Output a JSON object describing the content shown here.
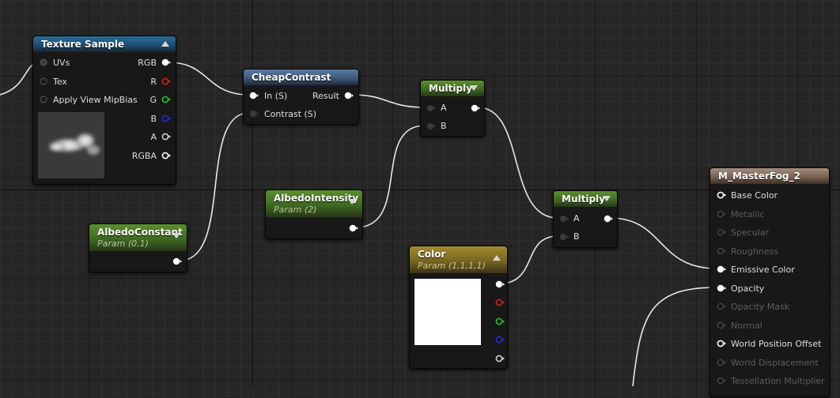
{
  "graph": {
    "nodes": {
      "texture_sample": {
        "title": "Texture Sample",
        "inputs": [
          "UVs",
          "Tex",
          "Apply View MipBias"
        ],
        "outputs": [
          "RGB",
          "R",
          "G",
          "B",
          "A",
          "RGBA"
        ]
      },
      "cheap_contrast": {
        "title": "CheapContrast",
        "inputs": [
          "In (S)",
          "Contrast (S)"
        ],
        "outputs": [
          "Result"
        ]
      },
      "multiply_1": {
        "title": "Multiply",
        "inputs": [
          "A",
          "B"
        ]
      },
      "multiply_2": {
        "title": "Multiply",
        "inputs": [
          "A",
          "B"
        ]
      },
      "albedo_constant": {
        "title": "AlbedoConstant",
        "subtitle": "Param (0.1)"
      },
      "albedo_intensity": {
        "title": "AlbedoIntensity",
        "subtitle": "Param (2)"
      },
      "color": {
        "title": "Color",
        "subtitle": "Param (1,1,1,1)"
      },
      "material_result": {
        "title": "M_MasterFog_2",
        "inputs": [
          {
            "label": "Base Color",
            "enabled": true
          },
          {
            "label": "Metallic",
            "enabled": false
          },
          {
            "label": "Specular",
            "enabled": false
          },
          {
            "label": "Roughness",
            "enabled": false
          },
          {
            "label": "Emissive Color",
            "enabled": true
          },
          {
            "label": "Opacity",
            "enabled": true
          },
          {
            "label": "Opacity Mask",
            "enabled": false
          },
          {
            "label": "Normal",
            "enabled": false
          },
          {
            "label": "World Position Offset",
            "enabled": true
          },
          {
            "label": "World Displacement",
            "enabled": false
          },
          {
            "label": "Tessellation Multiplier",
            "enabled": false
          }
        ]
      }
    },
    "colors": {
      "background": "#262626",
      "wire": "#e8e8e8",
      "pin_red": "#d21c1c",
      "pin_green": "#23c323",
      "pin_blue": "#1f2ed8",
      "pin_white": "#ffffff",
      "pin_unconnected": "#3c3c3c"
    }
  }
}
